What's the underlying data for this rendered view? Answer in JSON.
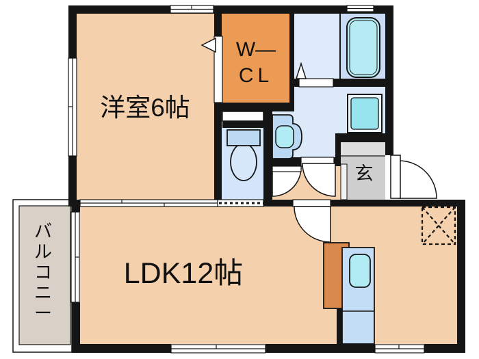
{
  "plan": {
    "rooms": {
      "western": {
        "label": "洋室6帖"
      },
      "wcl": {
        "line1": "W—",
        "line2": "CL"
      },
      "ldk": {
        "label": "LDK12帖"
      },
      "genkan": {
        "label": "玄"
      },
      "balcony": {
        "label": "バルコニー"
      }
    },
    "fixtures": [
      "bathtub",
      "washing-machine-pan",
      "vanity-sink",
      "toilet",
      "kitchen-counter",
      "kitchen-sink",
      "refrigerator-space",
      "front-door"
    ]
  },
  "colors": {
    "wall": "#151515",
    "floor": "#f4d0ac",
    "wcl": "#ec9b55",
    "bath": "#dfeafa",
    "bath_tub_zone": "#c9dcf3",
    "tub": "#b6ebf3",
    "washroom": "#dce9f9",
    "toilet_room": "#d2e5fa",
    "fixture": "#bcd9f4",
    "bowl": "#d6e7fa",
    "pan": "#eaf4fb",
    "pan_inner": "#97e3ee",
    "genkan_upper": "#dedede",
    "genkan_lower": "#cfcfcf",
    "balcony": "#d9d0c7",
    "counter": "#d9894c",
    "sink_unit": "#c2ddf5",
    "sink": "#b1ebf3"
  }
}
